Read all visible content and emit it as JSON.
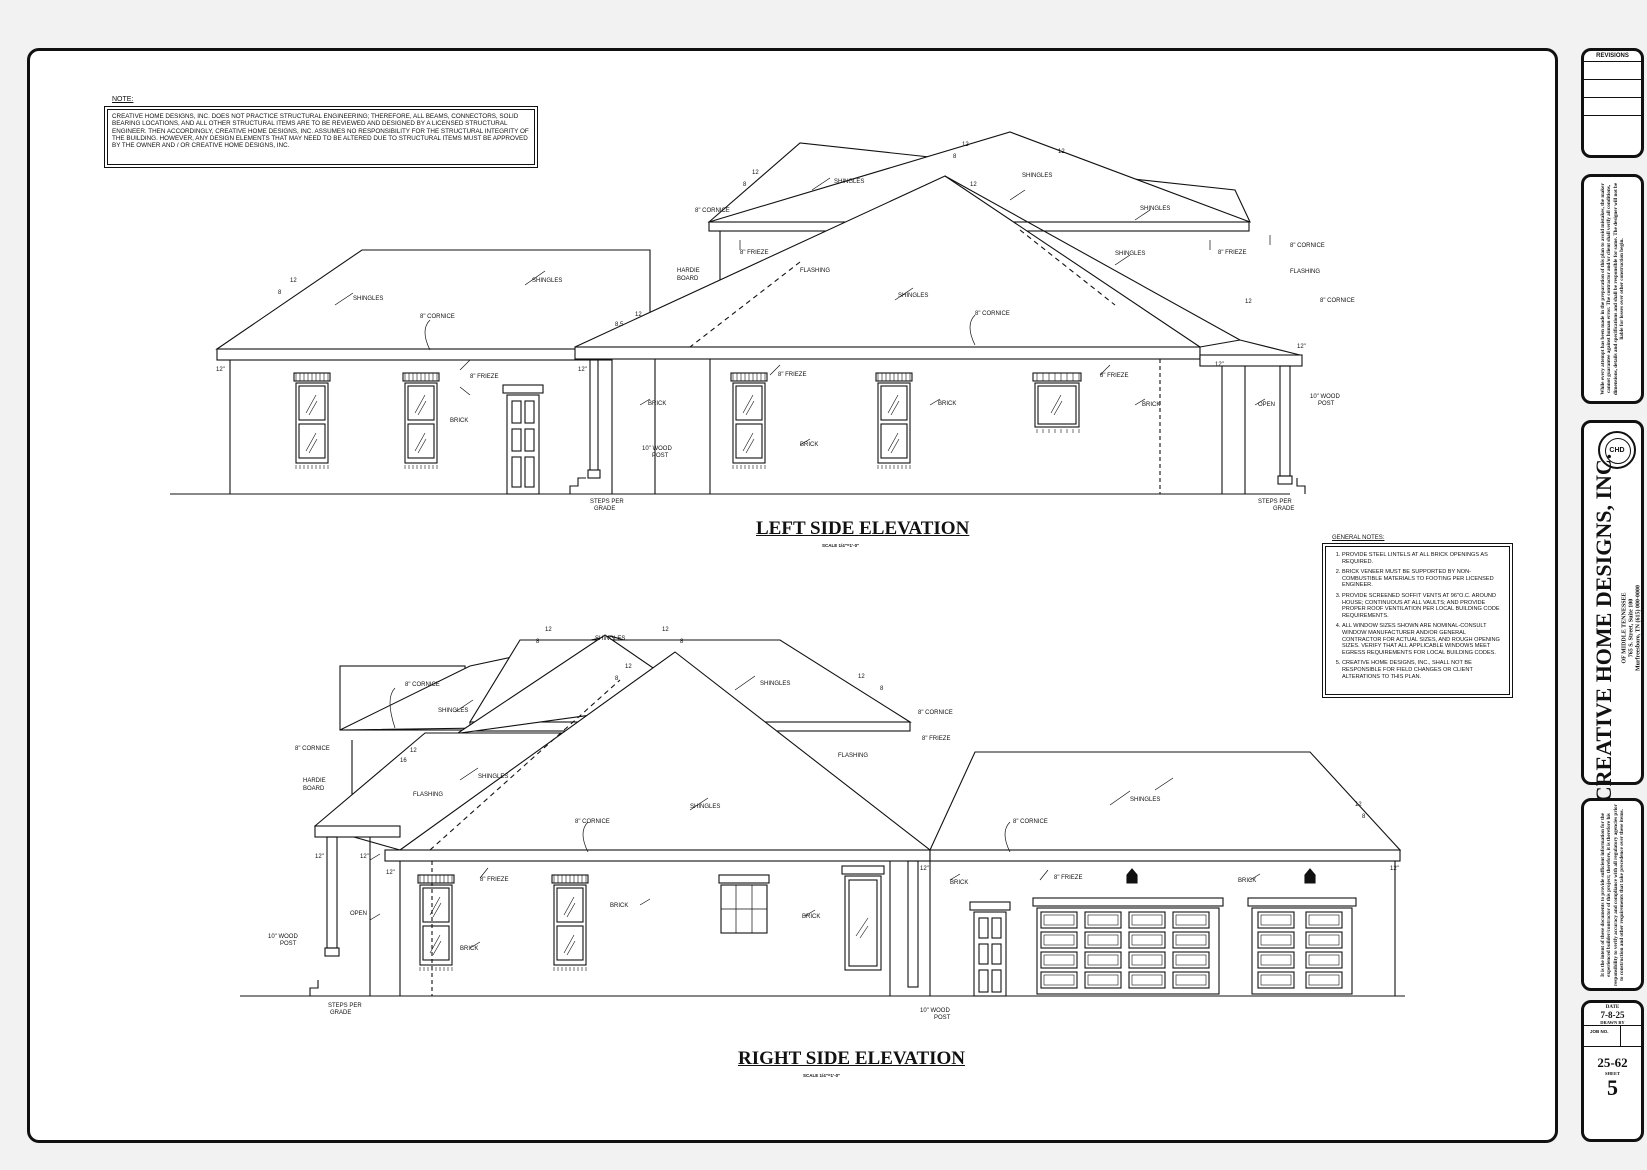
{
  "note": {
    "heading": "NOTE:",
    "text": "CREATIVE HOME DESIGNS, INC. DOES NOT PRACTICE STRUCTURAL ENGINEERING; THEREFORE, ALL BEAMS, CONNECTORS, SOLID BEARING LOCATIONS, AND ALL OTHER STRUCTURAL ITEMS ARE TO BE REVIEWED AND DESIGNED BY A LICENSED STRUCTURAL ENGINEER. THEN ACCORDINGLY, CREATIVE HOME DESIGNS, INC. ASSUMES NO RESPONSIBILITY FOR THE STRUCTURAL INTEGRITY OF THE BUILDING. HOWEVER, ANY DESIGN ELEMENTS THAT MAY NEED TO BE ALTERED DUE TO STRUCTURAL ITEMS MUST BE APPROVED BY THE OWNER AND / OR CREATIVE HOME DESIGNS, INC."
  },
  "general_notes": {
    "heading": "GENERAL NOTES:",
    "items": [
      "PROVIDE STEEL LINTELS AT ALL BRICK OPENINGS AS REQUIRED.",
      "BRICK VENEER MUST BE SUPPORTED BY NON-COMBUSTIBLE MATERIALS TO FOOTING PER LICENSED ENGINEER.",
      "PROVIDE SCREENED SOFFIT VENTS AT 96\"O.C. AROUND HOUSE; CONTINUOUS AT ALL VAULTS; AND PROVIDE PROPER ROOF VENTILATION PER LOCAL BUILDING CODE REQUIREMENTS.",
      "ALL WINDOW SIZES SHOWN ARE NOMINAL-CONSULT WINDOW MANUFACTURER AND/OR GENERAL CONTRACTOR FOR ACTUAL SIZES, AND ROUGH OPENING SIZES. VERIFY THAT ALL APPLICABLE WINDOWS MEET EGRESS REQUIREMENTS FOR LOCAL BUILDING CODES.",
      "CREATIVE HOME DESIGNS, INC., SHALL NOT BE RESPONSIBLE FOR FIELD CHANGES OR CLIENT ALTERATIONS TO THIS PLAN."
    ]
  },
  "elevations": {
    "left_title": "LEFT SIDE ELEVATION",
    "right_title": "RIGHT SIDE ELEVATION",
    "scale": "SCALE 1/4\"=1'-0\""
  },
  "labels": {
    "shingles": "SHINGLES",
    "cornice": "8\" CORNICE",
    "frieze": "8\" FRIEZE",
    "brick": "BRICK",
    "flashing": "FLASHING",
    "hardie1": "HARDIE",
    "hardie2": "BOARD",
    "wood_post1": "10\" WOOD",
    "wood_post2": "POST",
    "steps1": "STEPS PER",
    "steps2": "GRADE",
    "open": "OPEN",
    "pitch_12": "12",
    "pitch_8": "8",
    "pitch_85": "8.5",
    "pitch_16": "16",
    "dim_12in": "12\""
  },
  "title_block": {
    "revisions": "REVISIONS",
    "disclaimer_top": "While every attempt has been made in the preparation of this plan to avoid mistakes, the maker cannot guarantee against human error. The contractor and/or client shall verify all conditions, dimensions, details and specifications and shall be responsible for same. The designer will not be liable for losses over other construction begin.",
    "company": "CREATIVE HOME DESIGNS, INC.",
    "company_sub1": "OF MIDDLE TENNESSEE",
    "company_sub2": "765 S. Street, Suite 100",
    "company_sub3": "Murfreesboro, TN (615) 000-0000",
    "seal": "CHD",
    "disclaimer_bottom": "It is the intent of these documents to provide sufficient information for the experienced builder/contractor of this project; therefore, it is therefore his responsibility to verify accuracy and compliance with all regulatory agencies prior to construction and other requirements that take precedence over these items.",
    "date_label": "DATE",
    "date_value": "7-8-25",
    "drawn_label": "DRAWN BY",
    "job_label": "JOB NO.",
    "job_value": "25-62",
    "sheet_label": "SHEET",
    "sheet_value": "5"
  }
}
